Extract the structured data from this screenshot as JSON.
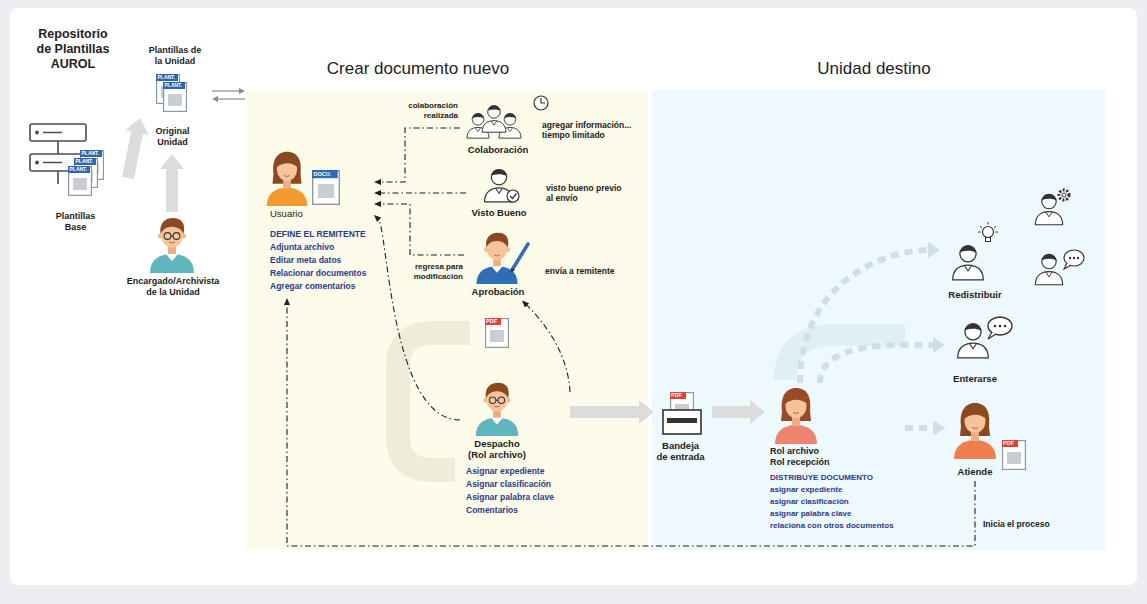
{
  "diagram": {
    "nodes": [
      {
        "text": [
          "Plantillas de la Unidad",
          "Original Unidad"
        ]
      },
      {
        "text": [
          "Plantillas Base"
        ]
      },
      {
        "text": [
          "Encargado/Archivista de la Unidad"
        ]
      },
      {
        "text": [
          "Crear documento nuevo"
        ]
      },
      {
        "text": [
          "Usuario",
          "DEFINE EL REMITENTE",
          "Adjunta archivo",
          "Editar meta datos",
          "Relacionar documentos",
          "Agregar comentarios"
        ],
        "in": 3
      },
      {
        "text": [
          "Colaboración"
        ],
        "in": 3
      },
      {
        "text": [
          "Visto Bueno"
        ],
        "in": 3
      },
      {
        "text": [
          "Aprobación"
        ],
        "in": 3
      },
      {
        "text": [
          "Despacho (Rol archivo)",
          "Asignar expediente",
          "Asignar clasificación",
          "Asignar palabra clave",
          "Comentarios"
        ],
        "in": 3
      },
      {
        "text": [
          "Unidad destino"
        ]
      },
      {
        "text": [
          "Bandeja de entrada"
        ],
        "in": 9
      },
      {
        "text": [
          "Rol archivo Rol recepción",
          "DISTRIBUYE DOCUMENTO",
          "asignar expediente",
          "asignar clasificación",
          "asignar palabra clave",
          "relaciona con otros documentos"
        ],
        "in": 9
      },
      {
        "text": [
          "Redistribuir"
        ],
        "in": 9
      },
      {
        "text": [
          "Enterarse"
        ],
        "in": 9
      },
      {
        "text": [
          "Atiende"
        ],
        "in": 9
      }
    ],
    "edges": [
      {
        "from": 0,
        "to": 3,
        "arrow": "both"
      },
      {
        "from": 1,
        "to": 0,
        "arrow": "to"
      },
      {
        "from": 2,
        "to": 0,
        "arrow": "to"
      },
      {
        "from": 5,
        "to": 4,
        "label": "colaboración realizada",
        "arrow": "to"
      },
      {
        "from": 6,
        "to": 4,
        "arrow": "to"
      },
      {
        "from": 7,
        "to": 4,
        "label": "regresa para modificación",
        "arrow": "to"
      },
      {
        "from": 8,
        "to": 4,
        "arrow": "to"
      },
      {
        "from": 8,
        "to": 7,
        "arrow": "to"
      },
      {
        "from": 8,
        "to": 10,
        "arrow": "to"
      },
      {
        "from": 10,
        "to": 11,
        "arrow": "to"
      },
      {
        "from": 11,
        "to": 14,
        "arrow": "to"
      },
      {
        "from": 11,
        "to": 13,
        "arrow": "to"
      },
      {
        "from": 11,
        "to": 12,
        "arrow": "to"
      },
      {
        "from": 14,
        "to": 4,
        "label": "Inicia el proceso",
        "arrow": "to"
      }
    ],
    "labels": [
      "Repositorio de Plantillas AUROL",
      "PLANT.",
      "PLANT.",
      "PLANT.",
      "PLANT.",
      "PLANT.",
      "DOCU.",
      "agregar información... tiempo limitado",
      "visto bueno previo al envío",
      "envía a remitente",
      "PDF",
      "PDF",
      "PDF"
    ]
  }
}
